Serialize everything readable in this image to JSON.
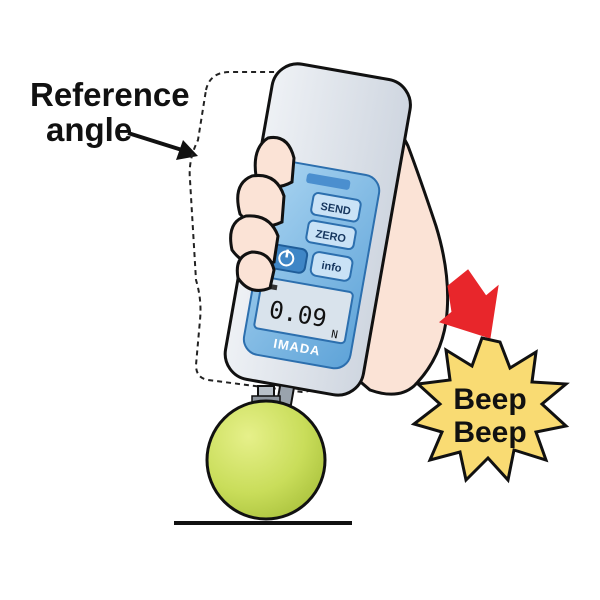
{
  "annotation": {
    "line1": "Reference",
    "line2": "angle"
  },
  "gauge": {
    "buttons": {
      "zero": "ZERO",
      "send": "SEND",
      "info": "info"
    },
    "display": {
      "value": "0.09",
      "unit": "N"
    },
    "brand": "IMADA"
  },
  "alert": {
    "line1": "Beep",
    "line2": "Beep"
  },
  "colors": {
    "housing": "#dde3ec",
    "panel": "#8fc3e8",
    "panel_dark": "#3f86c6",
    "display": "#d9e3ec",
    "ball": "#c9dd5a",
    "hand": "#fbe3d6",
    "arrow": "#e8262b",
    "burst": "#f9db73"
  }
}
